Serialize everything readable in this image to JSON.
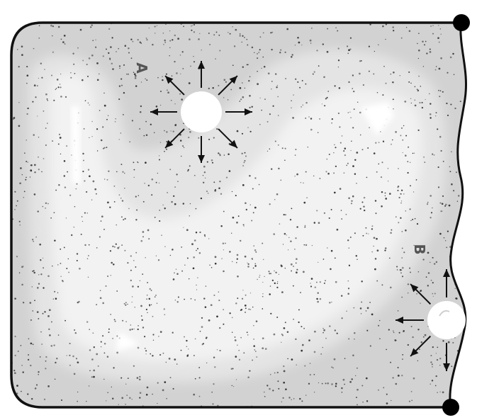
{
  "diagram": {
    "colors": {
      "outer_tone": "#d2d2d2",
      "mid_tone": "#e4e4e4",
      "light_tone": "#f2f2f2",
      "highlight": "#ffffff",
      "outline": "#111111",
      "arrow": "#111111",
      "corner_dot": "#000000",
      "label": "#555555",
      "speckle": "#333333"
    },
    "sources": [
      {
        "id": "A",
        "label": "A",
        "rotation_deg": 90
      },
      {
        "id": "B",
        "label": "B",
        "rotation_deg": 90
      }
    ]
  }
}
